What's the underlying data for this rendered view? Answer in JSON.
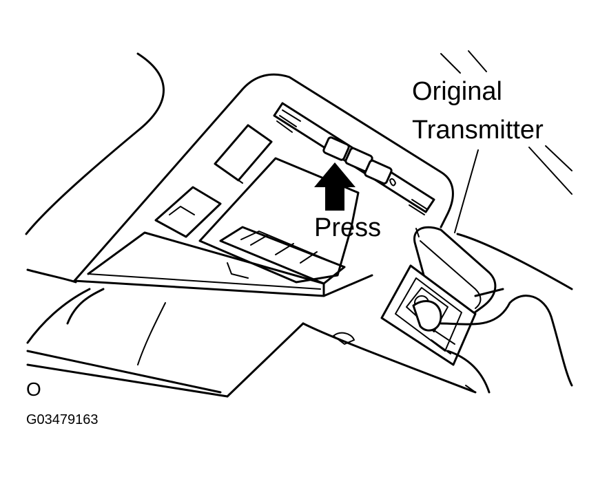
{
  "labels": {
    "original": "Original",
    "transmitter": "Transmitter",
    "press": "Press",
    "view_marker": "O",
    "figure_code": "G03479163"
  },
  "icons": {
    "press_arrow": "up-arrow-icon"
  },
  "colors": {
    "ink": "#000000",
    "paper": "#ffffff"
  }
}
